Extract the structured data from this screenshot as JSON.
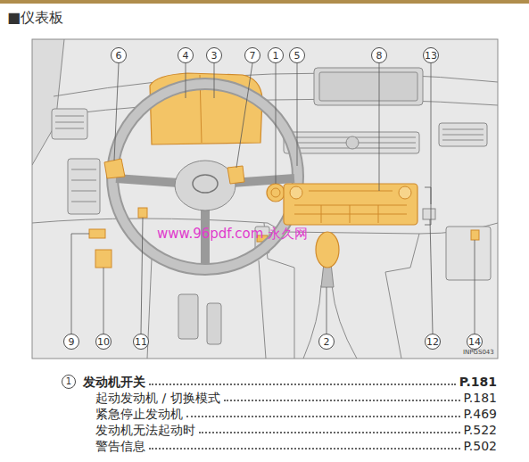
{
  "diagram": {
    "title": "■仪表板",
    "nodes": [
      {
        "text": [
          "6"
        ]
      },
      {
        "text": [
          "4"
        ]
      },
      {
        "text": [
          "3"
        ]
      },
      {
        "text": [
          "7"
        ]
      },
      {
        "text": [
          "1"
        ]
      },
      {
        "text": [
          "5"
        ]
      },
      {
        "text": [
          "8"
        ]
      },
      {
        "text": [
          "13"
        ]
      },
      {
        "text": [
          "9"
        ]
      },
      {
        "text": [
          "10"
        ]
      },
      {
        "text": [
          "11"
        ]
      },
      {
        "text": [
          "2"
        ]
      },
      {
        "text": [
          "12"
        ]
      },
      {
        "text": [
          "14"
        ]
      },
      {
        "text": [
          "1"
        ]
      }
    ],
    "labels": [
      "www.96pdf.com 永久网",
      "INPGS043",
      "发动机开关",
      "P.181",
      "起动发动机 / 切换模式",
      "P.181",
      "紧急停止发动机",
      "P.469",
      "发动机无法起动时",
      "P.522",
      "警告信息",
      "P.502"
    ]
  }
}
